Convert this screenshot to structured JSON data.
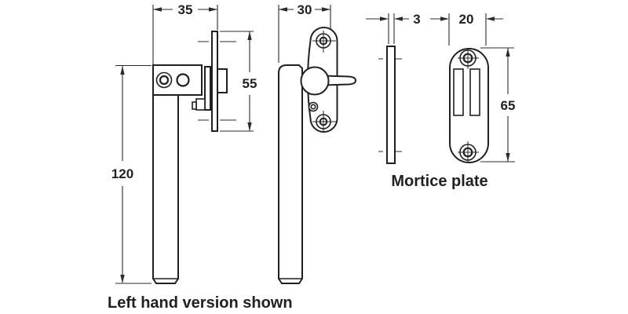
{
  "dimensions": {
    "head_depth": "35",
    "backplate_height": "55",
    "handle_length": "120",
    "front_width": "30",
    "mortice_thickness": "3",
    "mortice_width": "20",
    "mortice_height": "65"
  },
  "labels": {
    "mortice_plate": "Mortice plate",
    "caption": "Left hand version shown"
  },
  "colors": {
    "line": "#231f20",
    "background": "#ffffff"
  }
}
